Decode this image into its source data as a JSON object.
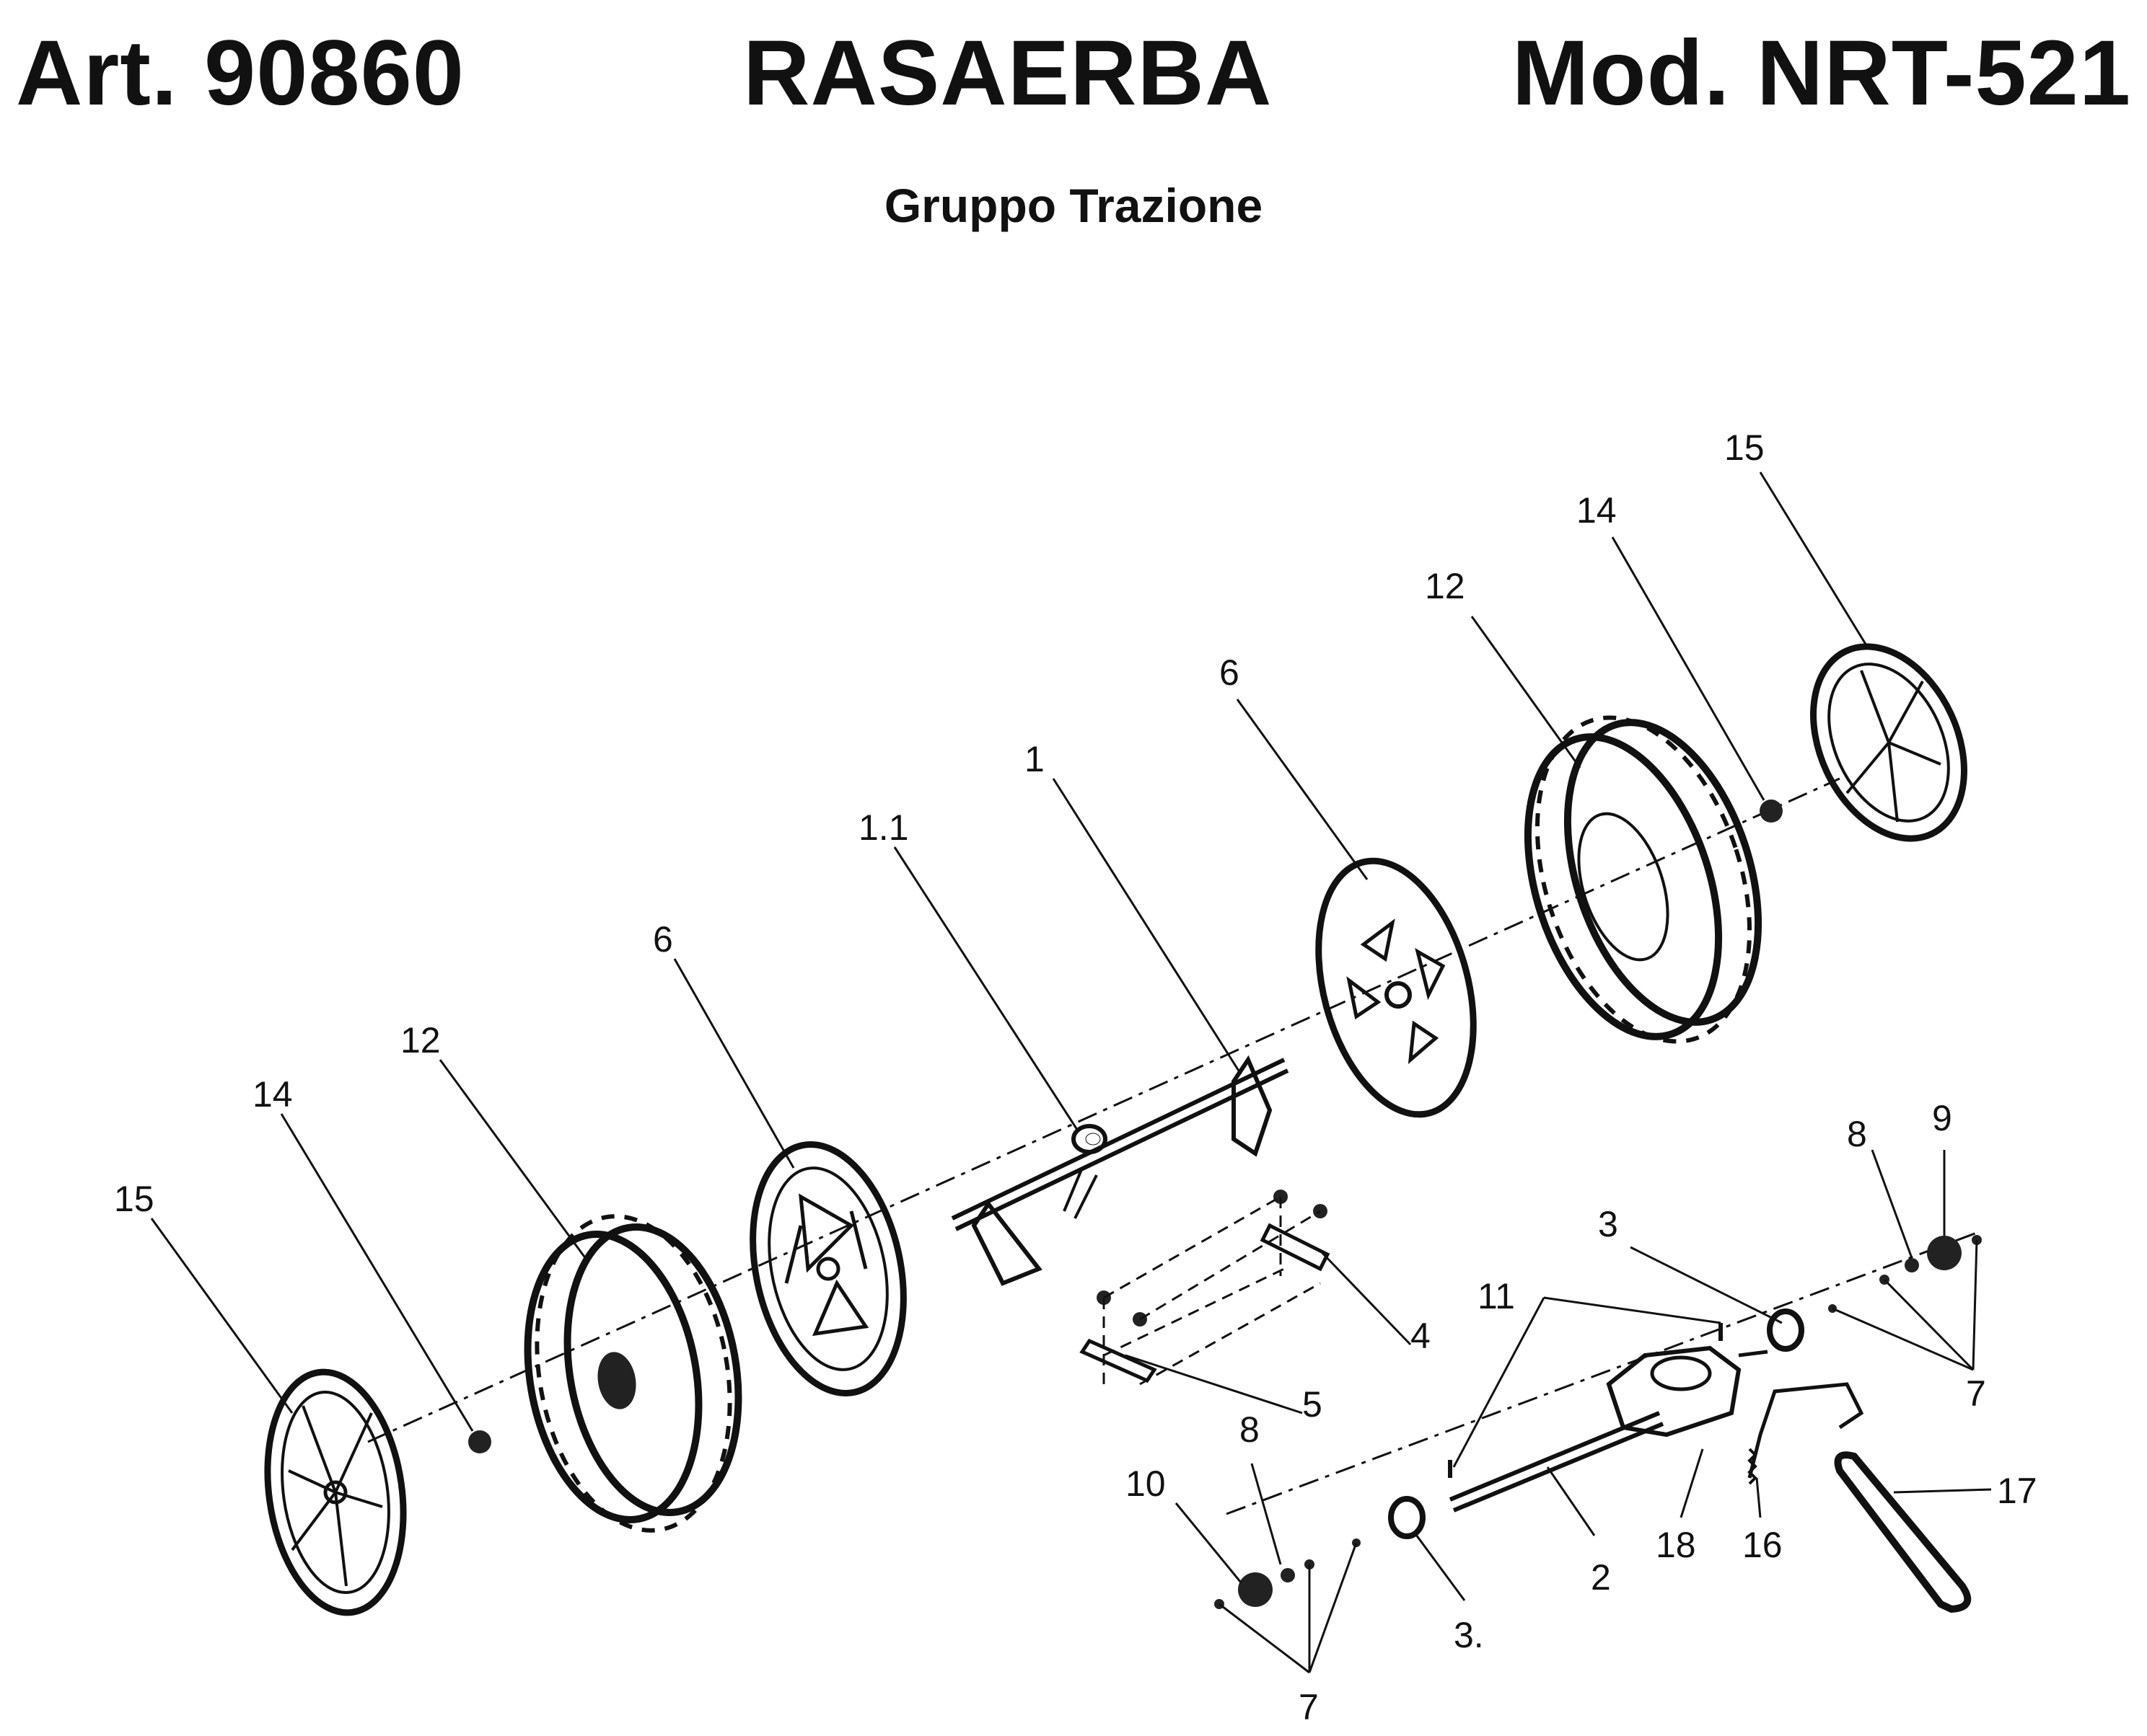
{
  "header": {
    "article": "Art. 90860",
    "product": "RASAERBA",
    "model": "Mod. NRT-521"
  },
  "subtitle": "Gruppo Trazione",
  "callouts": {
    "c15_left": "15",
    "c14_left": "14",
    "c12_left": "12",
    "c6_left": "6",
    "c1_1": "1.1",
    "c1": "1",
    "c6_right": "6",
    "c12_right": "12",
    "c14_right": "14",
    "c15_right": "15",
    "c4": "4",
    "c5": "5",
    "c3_top": "3",
    "c11": "11",
    "c8_right": "8",
    "c9": "9",
    "c7_right": "7",
    "c17": "17",
    "c16": "16",
    "c18": "18",
    "c2": "2",
    "c3_bottom": "3.",
    "c10": "10",
    "c8_left": "8",
    "c7_bottom": "7"
  }
}
